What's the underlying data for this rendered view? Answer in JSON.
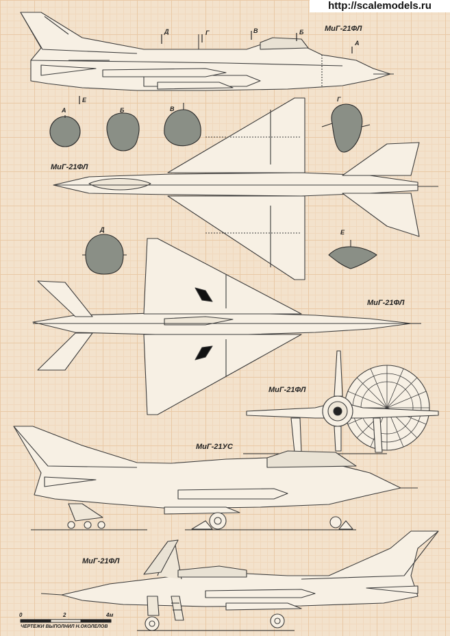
{
  "watermark": "http://scalemodels.ru",
  "views": {
    "side_top": "МиГ-21ФЛ",
    "plan_top": "МиГ-21ФЛ",
    "plan_bottom": "МиГ-21ФЛ",
    "front": "МиГ-21ФЛ",
    "side_us": "МиГ-21УС",
    "side_bottom": "МиГ-21ФЛ"
  },
  "section_markers": [
    "Д",
    "Г",
    "В",
    "Б",
    "А",
    "Е"
  ],
  "sections": {
    "a": "А",
    "b": "Б",
    "v": "В",
    "g": "Г",
    "d": "Д",
    "e": "Е"
  },
  "scale": {
    "zero": "0",
    "two": "2",
    "four": "4м"
  },
  "credit": "ЧЕРТЕЖИ ВЫПОЛНИЛ Н.ОКОЛЕЛОВ",
  "colors": {
    "section_fill": "#8a8f86",
    "line": "#3a3a3a",
    "paper": "#f3e2cc"
  }
}
